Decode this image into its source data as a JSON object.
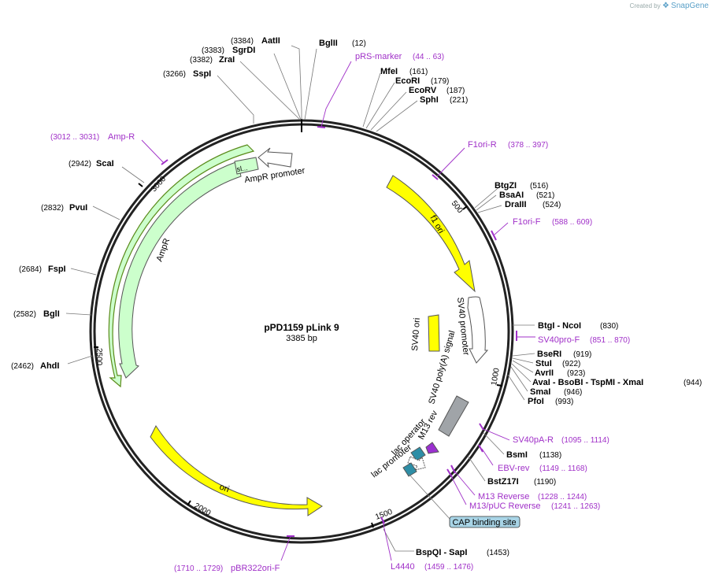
{
  "credit": {
    "prefix": "Created by",
    "brand": "SnapGene"
  },
  "plasmid": {
    "name": "pPD1159 pLink 9",
    "size_label": "3385 bp"
  },
  "ticks": [
    "500",
    "1000",
    "1500",
    "2000",
    "2500",
    "3000"
  ],
  "sites": [
    {
      "pos": "(3384)",
      "name": "AatII"
    },
    {
      "pos": "(3383)",
      "name": "SgrDI"
    },
    {
      "pos": "(3382)",
      "name": "ZraI"
    },
    {
      "pos": "(3266)",
      "name": "SspI"
    },
    {
      "pos": "(12)",
      "name": "BglII"
    },
    {
      "pos": "(161)",
      "name": "MfeI"
    },
    {
      "pos": "(179)",
      "name": "EcoRI"
    },
    {
      "pos": "(187)",
      "name": "EcoRV"
    },
    {
      "pos": "(221)",
      "name": "SphI"
    },
    {
      "pos": "(516)",
      "name": "BtgZI"
    },
    {
      "pos": "(521)",
      "name": "BsaAI"
    },
    {
      "pos": "(524)",
      "name": "DraIII"
    },
    {
      "pos": "(830)",
      "name": "BtgI - NcoI"
    },
    {
      "pos": "(919)",
      "name": "BseRI"
    },
    {
      "pos": "(922)",
      "name": "StuI"
    },
    {
      "pos": "(923)",
      "name": "AvrII"
    },
    {
      "pos": "(944)",
      "name": "AvaI - BsoBI - TspMI - XmaI"
    },
    {
      "pos": "(946)",
      "name": "SmaI"
    },
    {
      "pos": "(993)",
      "name": "PfoI"
    },
    {
      "pos": "(1138)",
      "name": "BsmI"
    },
    {
      "pos": "(1190)",
      "name": "BstZ17I"
    },
    {
      "pos": "(1453)",
      "name": "BspQI - SapI"
    },
    {
      "pos": "(2942)",
      "name": "ScaI"
    },
    {
      "pos": "(2832)",
      "name": "PvuI"
    },
    {
      "pos": "(2684)",
      "name": "FspI"
    },
    {
      "pos": "(2582)",
      "name": "BglI"
    },
    {
      "pos": "(2462)",
      "name": "AhdI"
    }
  ],
  "primers": [
    {
      "name": "pRS-marker",
      "range": "(44 .. 63)"
    },
    {
      "name": "F1ori-R",
      "range": "(378 .. 397)"
    },
    {
      "name": "F1ori-F",
      "range": "(588 .. 609)"
    },
    {
      "name": "SV40pro-F",
      "range": "(851 .. 870)"
    },
    {
      "name": "SV40pA-R",
      "range": "(1095 .. 1114)"
    },
    {
      "name": "EBV-rev",
      "range": "(1149 .. 1168)"
    },
    {
      "name": "M13 Reverse",
      "range": "(1228 .. 1244)"
    },
    {
      "name": "M13/pUC Reverse",
      "range": "(1241 .. 1263)"
    },
    {
      "name": "L4440",
      "range": "(1459 .. 1476)"
    },
    {
      "name": "pBR322ori-F",
      "range": "(1710 .. 1729)"
    },
    {
      "name": "Amp-R",
      "range": "(3012 .. 3031)"
    }
  ],
  "features": {
    "f1ori": "f1 ori",
    "sv40_promoter": "SV40 promoter",
    "sv40_ori": "SV40 ori",
    "sv40_polya": "SV40 poly(A) signal",
    "m13_rev": "M13 rev",
    "lac_operator": "lac operator",
    "lac_promoter": "lac promoter",
    "cap_site": "CAP binding site",
    "ori": "ori",
    "ampr": "AmpR",
    "ampr_promoter": "AmpR promoter",
    "signal": "sl..."
  },
  "colors": {
    "yellow": "#ffff00",
    "ampr": "#ccffcc",
    "gray": "#a0a4a8",
    "teal": "#2e8ea6",
    "purple": "#a030c8",
    "cap": "#a8d4e6"
  }
}
